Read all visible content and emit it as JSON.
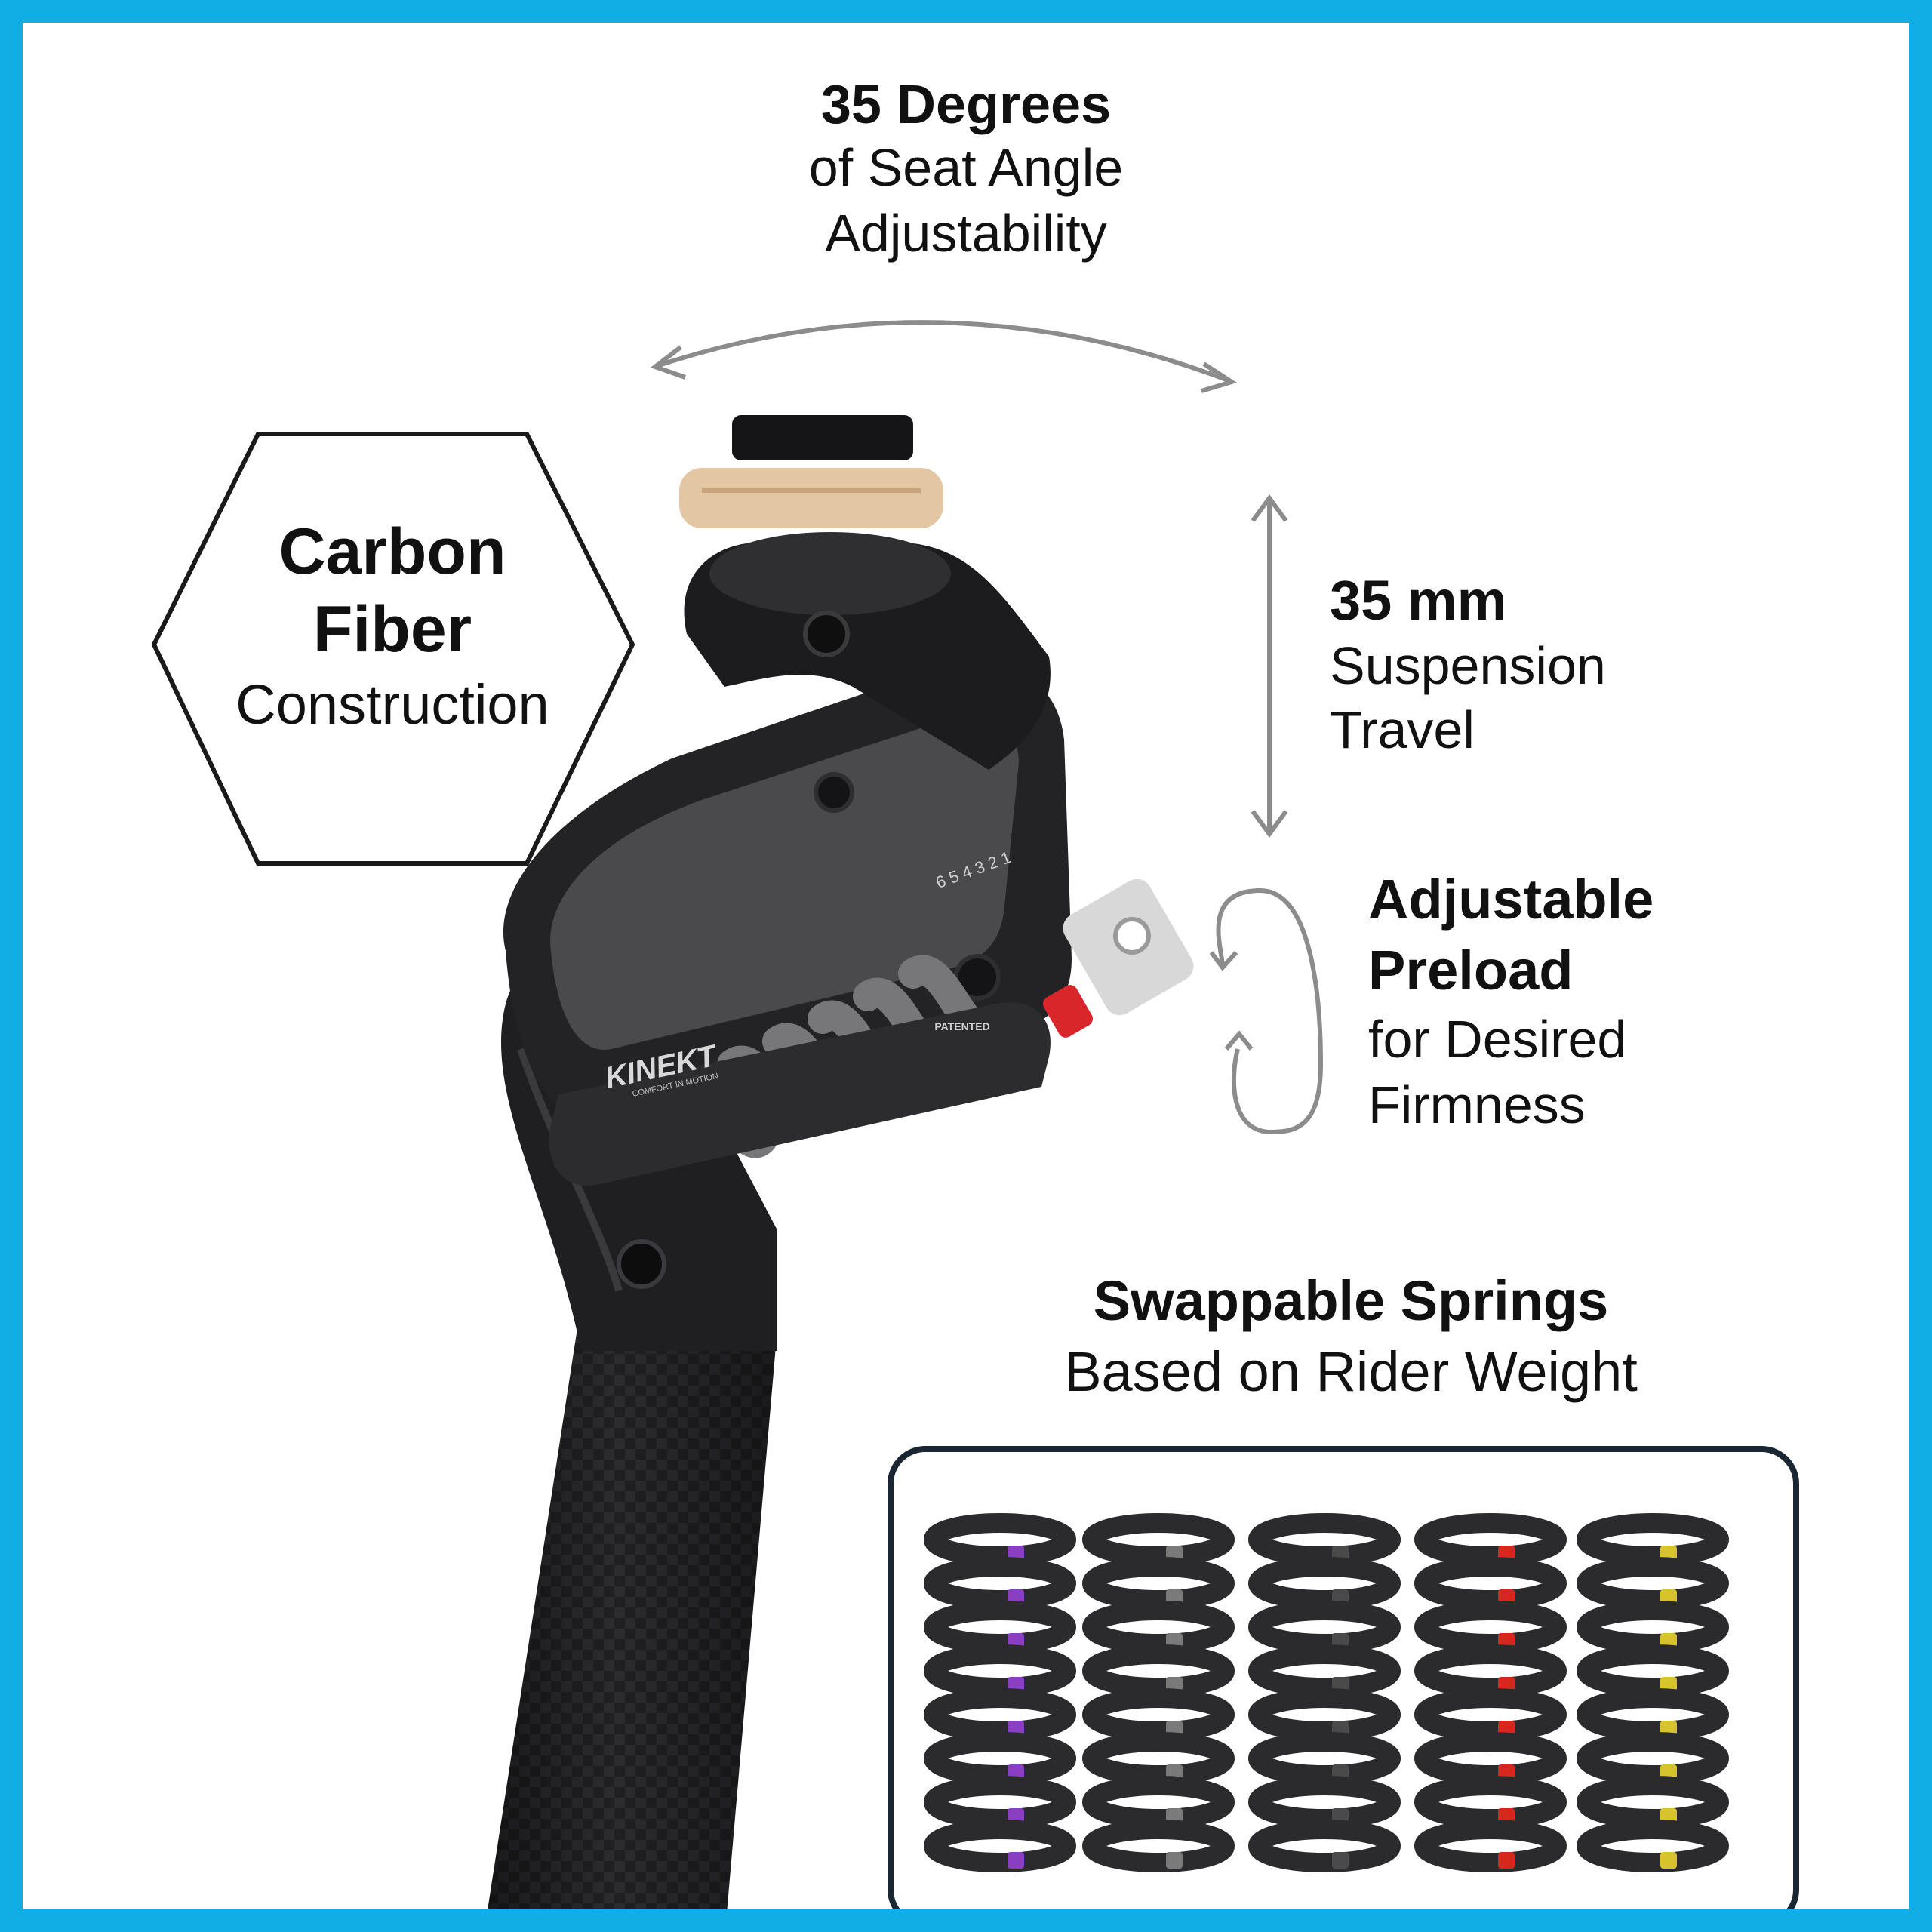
{
  "colors": {
    "frame": "#11aee6",
    "arrow": "#8c8c8c",
    "post": "#1c1c1e",
    "body": "#2a2a2d",
    "panel": "#48484b",
    "spring_gray": "#77777a",
    "saddle_clamp_wood": "#e3c6a4",
    "preload_knob": "#d8d8d8",
    "preload_collar": "#d8262b",
    "spring_accents": [
      "#8a3fc3",
      "#7a7a7a",
      "#4a4a4a",
      "#d7281e",
      "#d7c42c"
    ]
  },
  "angle": {
    "title": "35 Degrees",
    "line1": "of Seat Angle",
    "line2": "Adjustability"
  },
  "material": {
    "line1": "Carbon",
    "line2": "Fiber",
    "line3": "Construction"
  },
  "travel": {
    "title": "35 mm",
    "line1": "Suspension",
    "line2": "Travel"
  },
  "preload": {
    "line1": "Adjustable",
    "line2": "Preload",
    "line3": "for Desired",
    "line4": "Firmness"
  },
  "springs": {
    "title": "Swappable Springs",
    "subtitle": "Based on Rider Weight"
  },
  "product": {
    "brand": "KINEKT",
    "tagline": "COMFORT IN MOTION",
    "patent": "PATENTED",
    "scale": "6 5 4 3 2 1"
  },
  "icons": {
    "angle_arrow": "curved-double-arrow-icon",
    "travel_arrow": "vertical-double-arrow-icon",
    "preload_arrow": "circular-rotate-arrow-icon",
    "hexagon": "hexagon-outline"
  }
}
